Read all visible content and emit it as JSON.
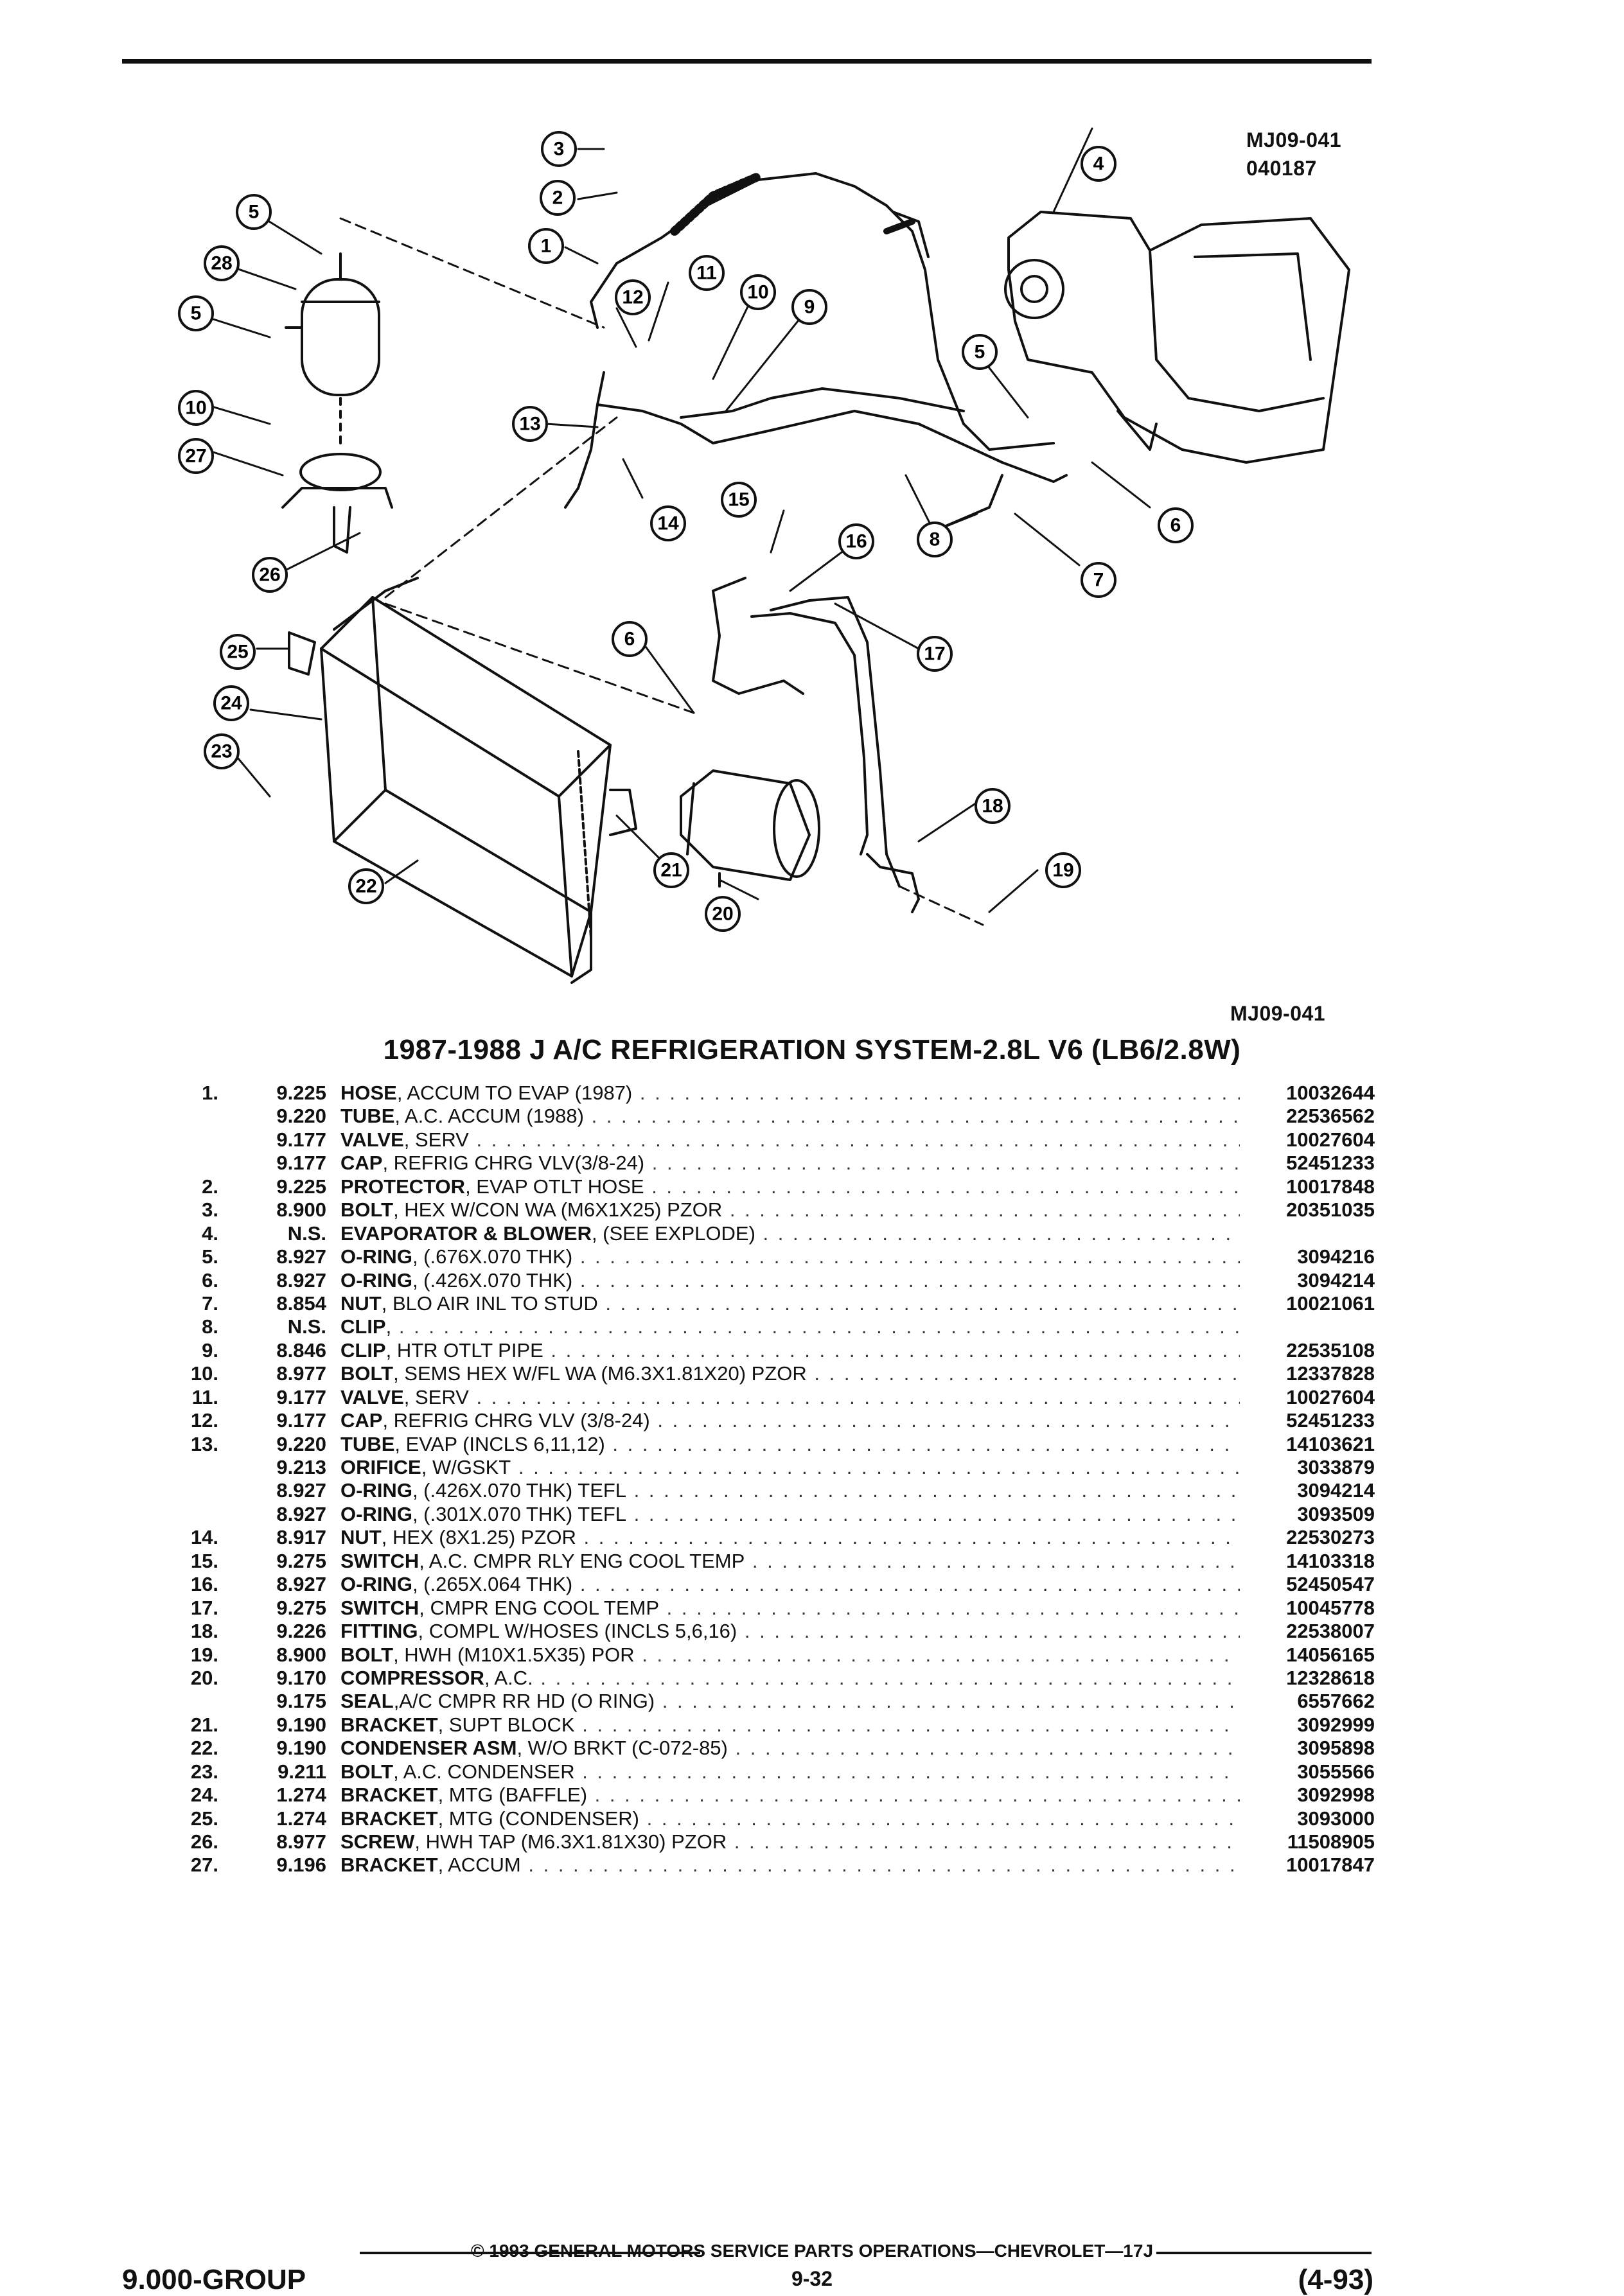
{
  "figure": {
    "code_top": "MJ09-041",
    "code_top_date": "040187",
    "code_bottom": "MJ09-041",
    "callouts": [
      "1",
      "2",
      "3",
      "4",
      "5",
      "5",
      "5",
      "6",
      "6",
      "7",
      "8",
      "9",
      "10",
      "10",
      "11",
      "12",
      "13",
      "14",
      "15",
      "16",
      "17",
      "18",
      "19",
      "20",
      "21",
      "22",
      "23",
      "24",
      "25",
      "26",
      "27",
      "28"
    ]
  },
  "title": "1987-1988 J A/C REFRIGERATION SYSTEM-2.8L V6 (LB6/2.8W)",
  "parts": [
    {
      "item": "1.",
      "code": "9.225",
      "name": "HOSE",
      "desc": ", ACCUM TO EVAP (1987)",
      "part": "10032644"
    },
    {
      "item": "",
      "code": "9.220",
      "name": "TUBE",
      "desc": ", A.C. ACCUM (1988)",
      "part": "22536562"
    },
    {
      "item": "",
      "code": "9.177",
      "name": "VALVE",
      "desc": ", SERV",
      "part": "10027604"
    },
    {
      "item": "",
      "code": "9.177",
      "name": "CAP",
      "desc": ", REFRIG CHRG VLV(3/8-24)",
      "part": "52451233"
    },
    {
      "item": "2.",
      "code": "9.225",
      "name": "PROTECTOR",
      "desc": ", EVAP OTLT HOSE",
      "part": "10017848"
    },
    {
      "item": "3.",
      "code": "8.900",
      "name": "BOLT",
      "desc": ", HEX W/CON WA (M6X1X25) PZOR",
      "part": "20351035"
    },
    {
      "item": "4.",
      "code": "N.S.",
      "name": "EVAPORATOR & BLOWER",
      "desc": ", (SEE EXPLODE)",
      "part": ""
    },
    {
      "item": "5.",
      "code": "8.927",
      "name": "O-RING",
      "desc": ", (.676X.070 THK)",
      "part": "3094216"
    },
    {
      "item": "6.",
      "code": "8.927",
      "name": "O-RING",
      "desc": ", (.426X.070 THK)",
      "part": "3094214"
    },
    {
      "item": "7.",
      "code": "8.854",
      "name": "NUT",
      "desc": ", BLO AIR INL TO STUD",
      "part": "10021061"
    },
    {
      "item": "8.",
      "code": "N.S.",
      "name": "CLIP",
      "desc": ",",
      "part": ""
    },
    {
      "item": "9.",
      "code": "8.846",
      "name": "CLIP",
      "desc": ", HTR OTLT PIPE",
      "part": "22535108"
    },
    {
      "item": "10.",
      "code": "8.977",
      "name": "BOLT",
      "desc": ", SEMS HEX W/FL WA (M6.3X1.81X20) PZOR",
      "part": "12337828"
    },
    {
      "item": "11.",
      "code": "9.177",
      "name": "VALVE",
      "desc": ", SERV",
      "part": "10027604"
    },
    {
      "item": "12.",
      "code": "9.177",
      "name": "CAP",
      "desc": ", REFRIG CHRG VLV (3/8-24)",
      "part": "52451233"
    },
    {
      "item": "13.",
      "code": "9.220",
      "name": "TUBE",
      "desc": ", EVAP (INCLS 6,11,12)",
      "part": "14103621"
    },
    {
      "item": "",
      "code": "9.213",
      "name": "ORIFICE",
      "desc": ", W/GSKT",
      "part": "3033879"
    },
    {
      "item": "",
      "code": "8.927",
      "name": "O-RING",
      "desc": ", (.426X.070 THK) TEFL",
      "part": "3094214"
    },
    {
      "item": "",
      "code": "8.927",
      "name": "O-RING",
      "desc": ", (.301X.070 THK) TEFL",
      "part": "3093509"
    },
    {
      "item": "14.",
      "code": "8.917",
      "name": "NUT",
      "desc": ", HEX (8X1.25) PZOR",
      "part": "22530273"
    },
    {
      "item": "15.",
      "code": "9.275",
      "name": "SWITCH",
      "desc": ", A.C. CMPR RLY ENG COOL TEMP",
      "part": "14103318"
    },
    {
      "item": "16.",
      "code": "8.927",
      "name": "O-RING",
      "desc": ", (.265X.064 THK)",
      "part": "52450547"
    },
    {
      "item": "17.",
      "code": "9.275",
      "name": "SWITCH",
      "desc": ", CMPR ENG COOL TEMP",
      "part": "10045778"
    },
    {
      "item": "18.",
      "code": "9.226",
      "name": "FITTING",
      "desc": ", COMPL W/HOSES (INCLS 5,6,16)",
      "part": "22538007"
    },
    {
      "item": "19.",
      "code": "8.900",
      "name": "BOLT",
      "desc": ", HWH (M10X1.5X35) POR",
      "part": "14056165"
    },
    {
      "item": "20.",
      "code": "9.170",
      "name": "COMPRESSOR",
      "desc": ", A.C.",
      "part": "12328618"
    },
    {
      "item": "",
      "code": "9.175",
      "name": "SEAL",
      "desc": ",A/C CMPR RR HD (O RING)",
      "part": "6557662"
    },
    {
      "item": "21.",
      "code": "9.190",
      "name": "BRACKET",
      "desc": ", SUPT BLOCK",
      "part": "3092999"
    },
    {
      "item": "22.",
      "code": "9.190",
      "name": "CONDENSER ASM",
      "desc": ", W/O BRKT (C-072-85)",
      "part": "3095898"
    },
    {
      "item": "23.",
      "code": "9.211",
      "name": "BOLT",
      "desc": ", A.C. CONDENSER",
      "part": "3055566"
    },
    {
      "item": "24.",
      "code": "1.274",
      "name": "BRACKET",
      "desc": ", MTG (BAFFLE)",
      "part": "3092998"
    },
    {
      "item": "25.",
      "code": "1.274",
      "name": "BRACKET",
      "desc": ", MTG (CONDENSER)",
      "part": "3093000"
    },
    {
      "item": "26.",
      "code": "8.977",
      "name": "SCREW",
      "desc": ", HWH TAP (M6.3X1.81X30) PZOR",
      "part": "11508905"
    },
    {
      "item": "27.",
      "code": "9.196",
      "name": "BRACKET",
      "desc": ", ACCUM",
      "part": "10017847"
    }
  ],
  "footer": {
    "copyright": "© 1993 GENERAL MOTORS SERVICE PARTS OPERATIONS—CHEVROLET—17J",
    "group": "9.000-GROUP",
    "page": "9-32",
    "revision": "(4-93)"
  }
}
